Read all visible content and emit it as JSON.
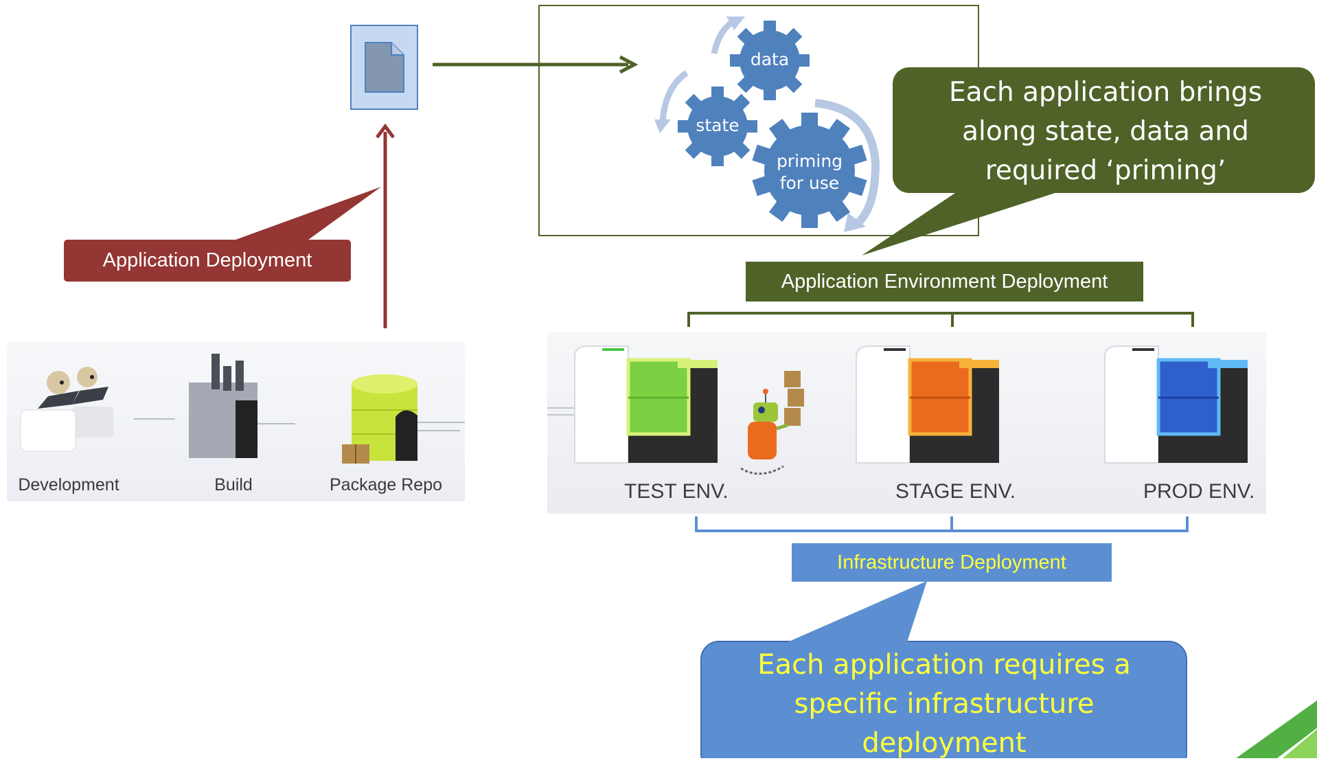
{
  "labels": {
    "application_deployment": "Application Deployment",
    "application_environment_deployment": "Application  Environment Deployment",
    "infrastructure_deployment": "Infrastructure Deployment"
  },
  "pipeline": {
    "stages": [
      "Development",
      "Build",
      "Package Repo"
    ]
  },
  "gears": {
    "data": "data",
    "state": "state",
    "priming_line1": "priming",
    "priming_line2": "for use"
  },
  "environments": [
    "TEST ENV.",
    "STAGE ENV.",
    "PROD ENV."
  ],
  "callouts": {
    "green": [
      "Each application brings",
      "along state, data and",
      "required ‘priming’"
    ],
    "blue": [
      "Each application requires a",
      "specific infrastructure",
      "deployment"
    ]
  },
  "colors": {
    "red": "#943634",
    "dark_green": "#4f6228",
    "gear_blue": "#4f81bd",
    "infra_blue": "#5b8fd2",
    "yellow_text": "#ffff3c"
  },
  "icons": [
    "document-icon",
    "developers-icon",
    "factory-icon",
    "database-icon",
    "server-gate-icon",
    "robot-icon",
    "corner-stripe-icon"
  ]
}
